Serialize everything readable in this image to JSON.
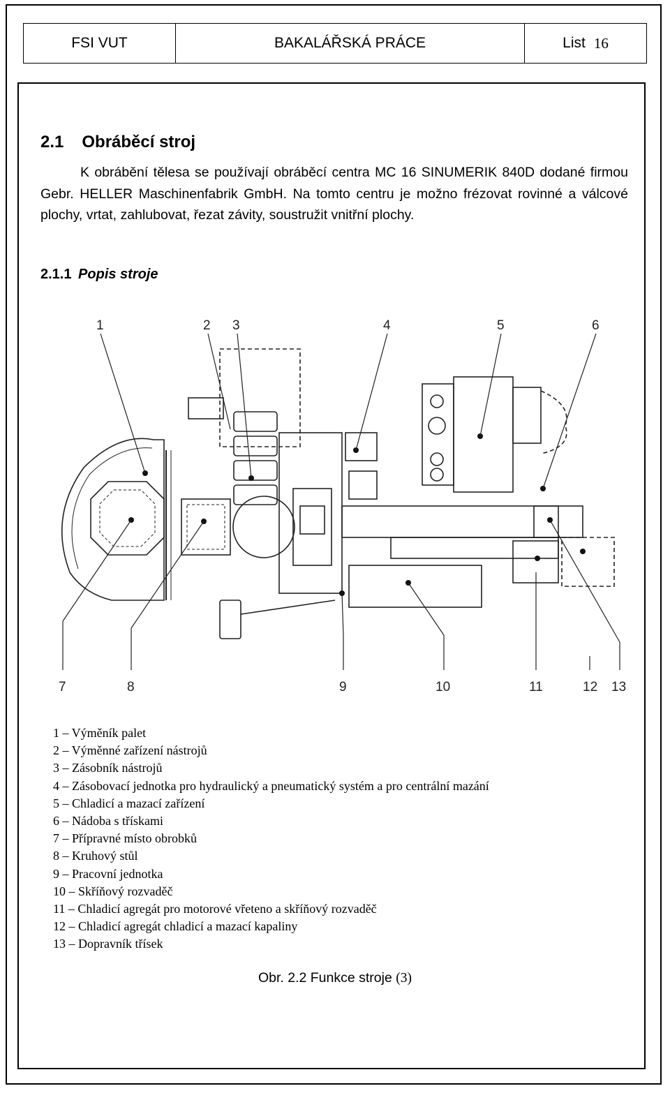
{
  "header": {
    "left": "FSI VUT",
    "middle": "BAKALÁŘSKÁ PRÁCE",
    "right_label": "List",
    "right_number": "16"
  },
  "section": {
    "number": "2.1",
    "title": "Obráběcí stroj",
    "paragraph": "K obrábění tělesa se používají obráběcí centra MC 16 SINUMERIK 840D dodané firmou Gebr. HELLER Maschinenfabrik GmbH. Na tomto centru je možno frézovat rovinné a válcové plochy, vrtat, zahlubovat, řezat závity, soustružit vnitřní plochy."
  },
  "subsection": {
    "number": "2.1.1",
    "title": "Popis stroje"
  },
  "figure": {
    "labels": [
      "1",
      "2",
      "3",
      "4",
      "5",
      "6",
      "7",
      "8",
      "9",
      "10",
      "11",
      "12",
      "13"
    ]
  },
  "legend": [
    "1 – Výměník palet",
    "2 – Výměnné zařízení nástrojů",
    "3 – Zásobník nástrojů",
    "4 – Zásobovací jednotka pro hydraulický a pneumatický systém a pro centrální mazání",
    "5 – Chladicí a mazací zařízení",
    "6 – Nádoba s třískami",
    "7 – Přípravné místo obrobků",
    "8 – Kruhový stůl",
    "9 – Pracovní jednotka",
    "10 – Skříňový rozvaděč",
    "11 – Chladicí agregát pro motorové vřeteno a skříňový rozvaděč",
    "12 – Chladicí agregát chladicí a mazací kapaliny",
    "13 – Dopravník třísek"
  ],
  "caption": {
    "text": "Obr. 2.2 Funkce stroje",
    "ref": "(3)"
  }
}
